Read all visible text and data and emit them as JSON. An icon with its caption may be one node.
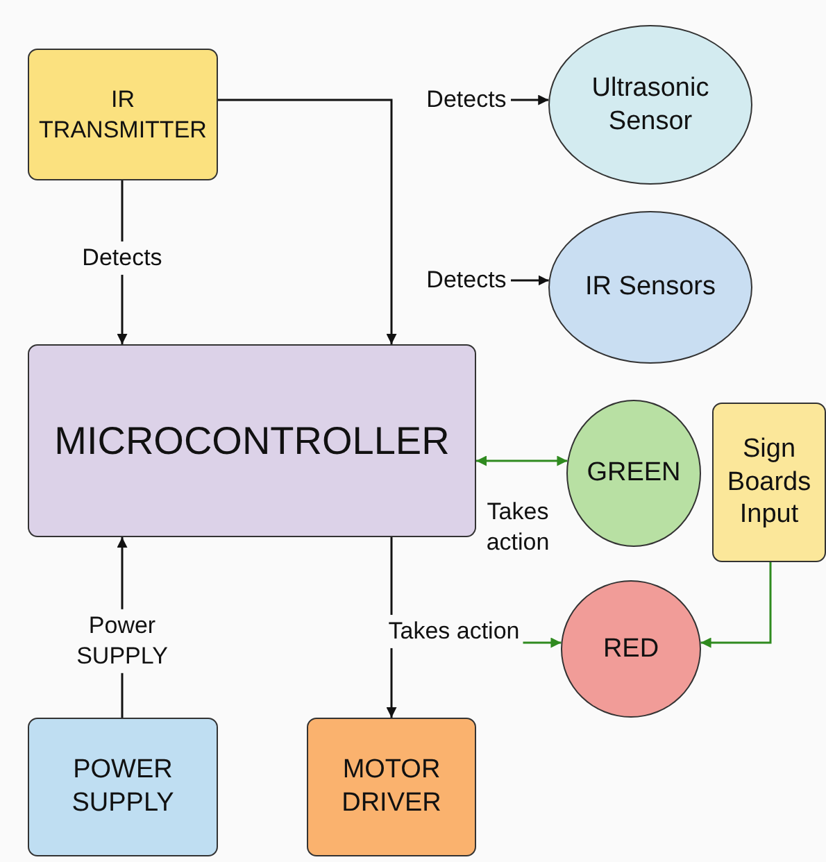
{
  "diagram": {
    "nodes": [
      {
        "text": [
          "IR TRANSMITTER"
        ]
      },
      {
        "text": [
          "Ultrasonic Sensor"
        ]
      },
      {
        "text": [
          "IR Sensors"
        ]
      },
      {
        "text": [
          "MICROCONTROLLER"
        ]
      },
      {
        "text": [
          "GREEN"
        ]
      },
      {
        "text": [
          "Sign Boards Input"
        ]
      },
      {
        "text": [
          "RED"
        ]
      },
      {
        "text": [
          "POWER SUPPLY"
        ]
      },
      {
        "text": [
          "MOTOR DRIVER"
        ]
      }
    ],
    "edges": [
      {
        "from": 0,
        "to": 3,
        "arrow": "to",
        "label": "Detects"
      },
      {
        "from": 0,
        "to": 3,
        "arrow": "to"
      },
      {
        "from": null,
        "to": 1,
        "arrow": "to",
        "label": "Detects"
      },
      {
        "from": null,
        "to": 2,
        "arrow": "to",
        "label": "Detects"
      },
      {
        "from": 3,
        "to": 4,
        "arrow": "both",
        "label": "Takes action",
        "color": "#2f8a1f"
      },
      {
        "from": 7,
        "to": 3,
        "arrow": "to",
        "label": "Power SUPPLY"
      },
      {
        "from": 3,
        "to": 8,
        "arrow": "to"
      },
      {
        "from": null,
        "to": 6,
        "arrow": "to",
        "label": "Takes action",
        "color": "#2f8a1f"
      },
      {
        "from": 5,
        "to": 6,
        "arrow": "to",
        "color": "#2f8a1f"
      }
    ]
  }
}
